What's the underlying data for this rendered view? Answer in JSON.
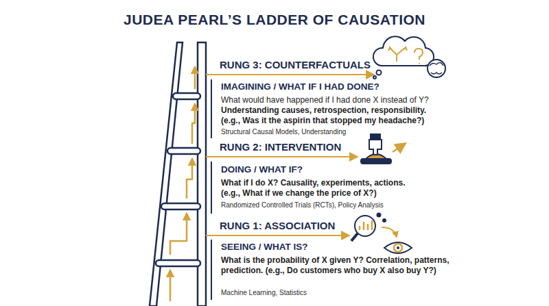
{
  "diagram": {
    "title": "JUDEA PEARL’S LADDER OF CAUSATION",
    "labels": [
      "RUNG 3: COUNTERFACTUALS",
      "IMAGINING / WHAT IF I HAD DONE?",
      "What would have happened if I had done X instead of Y?",
      "Understanding causes, retrospection, responsibility.",
      "(e.g., Was it the aspirin that stopped my headache?)",
      "Structural Causal Models, Understanding",
      "RUNG 2: INTERVENTION",
      "DOING / WHAT IF?",
      "What if I do X? Causality, experiments, actions.",
      "(e.g., What if we change the price of X?)",
      "Randomized Controlled Trials (RCTs), Policy Analysis",
      "RUNG 1: ASSOCIATION",
      "SEEING / WHAT IS?",
      "What is the probability of X given Y? Correlation, patterns, prediction. (e.g., Do customers who buy X also buy Y?)",
      "Machine Learning, Statistics"
    ]
  }
}
